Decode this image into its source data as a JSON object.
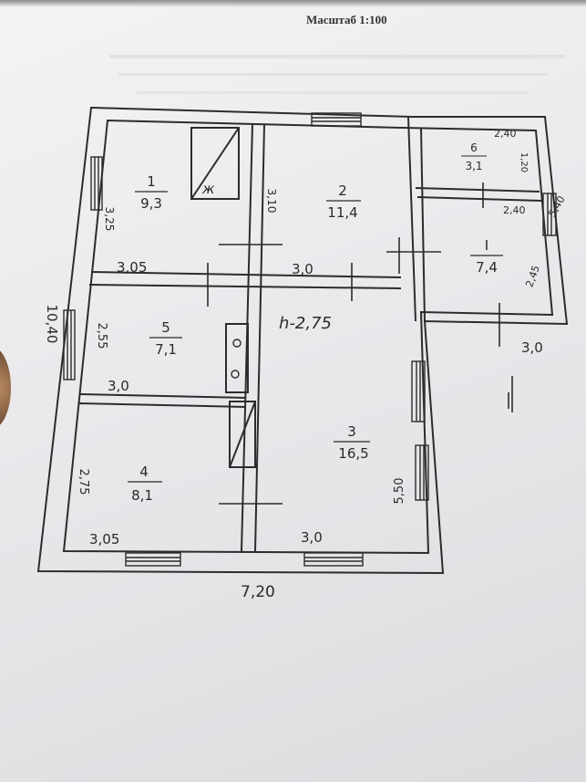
{
  "header": {
    "scale_label": "Масштаб 1:100"
  },
  "plan": {
    "height_label": "h-2,75",
    "overall_width": "7,20",
    "overall_length": "10,40",
    "rooms": [
      {
        "number": "1",
        "area": "9,3"
      },
      {
        "number": "2",
        "area": "11,4"
      },
      {
        "number": "3",
        "area": "16,5"
      },
      {
        "number": "4",
        "area": "8,1"
      },
      {
        "number": "5",
        "area": "7,1"
      },
      {
        "number": "I",
        "area": "7,4"
      },
      {
        "number": "6",
        "area": "3,1"
      }
    ],
    "dimensions": {
      "r1_width": "3,05",
      "r1_height": "3,25",
      "r2_width": "3,0",
      "r2_height": "3,10",
      "r5_width": "3,0",
      "r5_height": "2,55",
      "r4_width": "3,05",
      "r4_height": "2,75",
      "r3_width": "3,0",
      "r3_height": "5,50",
      "ext_width": "3,0",
      "ext_height": "5,40",
      "r6_width": "2,40",
      "r6_height": "1,20",
      "rI_width": "2,40",
      "rI_height": "2,45"
    },
    "kitchen_mark": "ж"
  }
}
